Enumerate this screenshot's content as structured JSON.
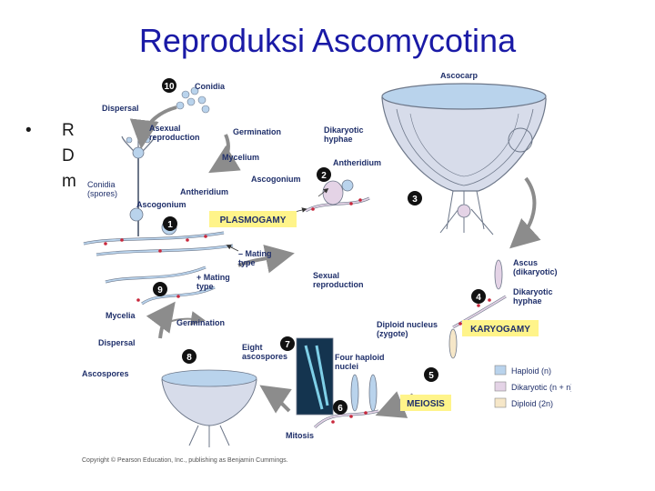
{
  "slide": {
    "title": "Reproduksi Ascomycotina",
    "bullet_symbol": "•",
    "bullet_fragments": [
      "R",
      "D",
      "m"
    ],
    "copyright": "Copyright © Pearson Education, Inc., publishing as Benjamin Cummings."
  },
  "diagram": {
    "colors": {
      "haploid": "#b9d3ec",
      "dikaryotic": "#e4d3e6",
      "diploid": "#f6e7c8",
      "nucleus": "#c8283c",
      "process_box": "#fff48a",
      "arrow": "#8c8c8c",
      "hypha_line": "#6d7789"
    },
    "step_numbers": [
      "1",
      "2",
      "3",
      "4",
      "5",
      "6",
      "7",
      "8",
      "9",
      "10"
    ],
    "labels": {
      "conidia_top": "Conidia",
      "dispersal_top": "Dispersal",
      "asexual_reproduction": "Asexual\nreproduction",
      "germination_top": "Germination",
      "mycelium": "Mycelium",
      "conidia_spores": "Conidia\n(spores)",
      "ascogonium_left": "Ascogonium",
      "antheridium_left": "Antheridium",
      "ascocarp": "Ascocarp",
      "dikaryotic_hyphae_top": "Dikaryotic\nhyphae",
      "antheridium_right": "Antheridium",
      "ascogonium_right": "Ascogonium",
      "minus_mating_type": "– Mating\ntype",
      "plus_mating_type": "+ Mating\ntype",
      "sexual_reproduction": "Sexual\nreproduction",
      "ascus": "Ascus\n(dikaryotic)",
      "dikaryotic_hyphae_right": "Dikaryotic\nhyphae",
      "mycelia": "Mycelia",
      "germination_bottom": "Germination",
      "dispersal_bottom": "Dispersal",
      "ascospores": "Ascospores",
      "eight_ascospores": "Eight\nascospores",
      "four_haploid_nuclei": "Four haploid\nnuclei",
      "diploid_nucleus": "Diploid nucleus\n(zygote)",
      "mitosis": "Mitosis"
    },
    "process_boxes": {
      "plasmogamy": "PLASMOGAMY",
      "karyogamy": "KARYOGAMY",
      "meiosis": "MEIOSIS"
    },
    "legend": [
      {
        "label": "Haploid (n)",
        "color": "#b9d3ec"
      },
      {
        "label": "Dikaryotic (n + n)",
        "color": "#e4d3e6"
      },
      {
        "label": "Diploid (2n)",
        "color": "#f6e7c8"
      }
    ]
  }
}
